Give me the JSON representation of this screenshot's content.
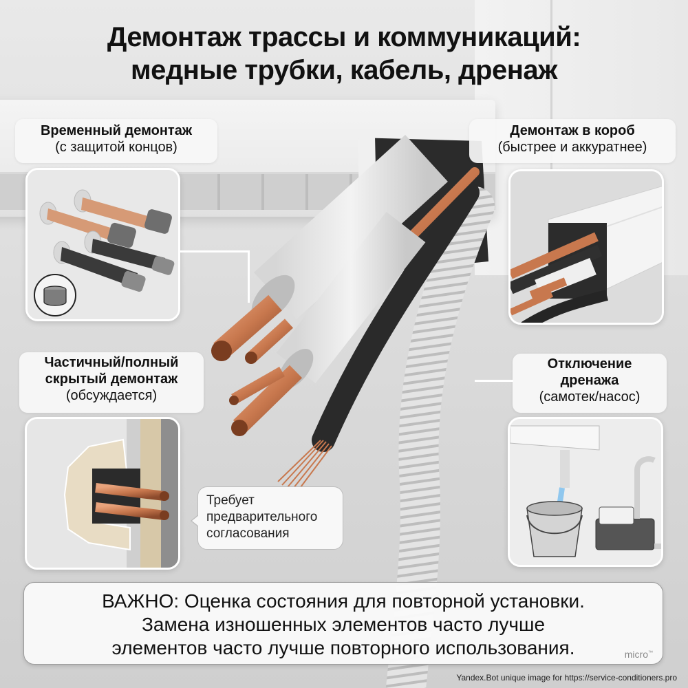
{
  "headline": {
    "line1": "Демонтаж трассы и коммуникаций:",
    "line2": "медные трубки, кабель, дренаж"
  },
  "callouts": {
    "temporary": {
      "title": "Временный демонтаж",
      "subtitle": "(с защитой концов)",
      "image_description": "copper and black pipe ends capped and taped on wall, inset cap icon"
    },
    "duct": {
      "title": "Демонтаж в короб",
      "subtitle": "(быстрее и аккуратнее)",
      "image_description": "copper pipes and black cable inside white cable channel"
    },
    "hidden": {
      "title_line1": "Частичный/полный",
      "title_line2": "скрытый демонтаж",
      "subtitle": "(обсуждается)",
      "image_description": "copper pipes running through opened drywall"
    },
    "drain": {
      "title_line1": "Отключение",
      "title_line2": "дренажа",
      "subtitle": "(самотек/насос)",
      "image_description": "drain hose into bucket and condensate pump"
    }
  },
  "note": {
    "line1": "Требует",
    "line2": "предварительного",
    "line3": "согласования"
  },
  "important": {
    "line1": "ВАЖНО: Оценка состояния для повторной установки.",
    "line2": "Замена изношенных элементов часто лучше",
    "line3": "элементов часто лучше повторного использования.",
    "brand": "micro",
    "brand_tm": "™"
  },
  "watermark": "Yandex.Bot unique image for https://service-conditioners.pro",
  "colors": {
    "copper": "#c8784e",
    "insulation": "#e6e6e6",
    "cable": "#2a2a2a",
    "drain_hose": "#dcdcdc",
    "panel_border": "#ffffff"
  }
}
